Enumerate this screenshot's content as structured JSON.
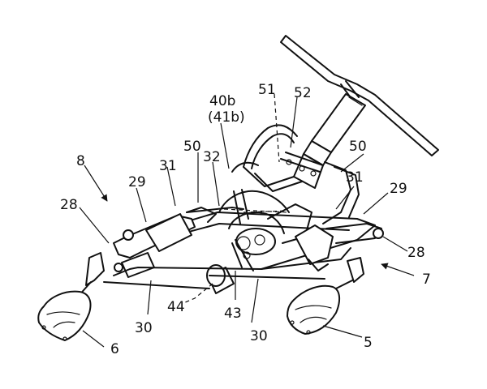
{
  "labels": {
    "l40b": "40b",
    "l41b": "(41b)",
    "l51": "51",
    "l52": "52",
    "l50a": "50",
    "l50b": "50",
    "l32": "32",
    "l31a": "31",
    "l31b": "31",
    "l29a": "29",
    "l29b": "29",
    "l28a": "28",
    "l28b": "28",
    "l8": "8",
    "l7": "7",
    "l30a": "30",
    "l30b": "30",
    "l44": "44",
    "l43": "43",
    "l6": "6",
    "l5": "5"
  }
}
